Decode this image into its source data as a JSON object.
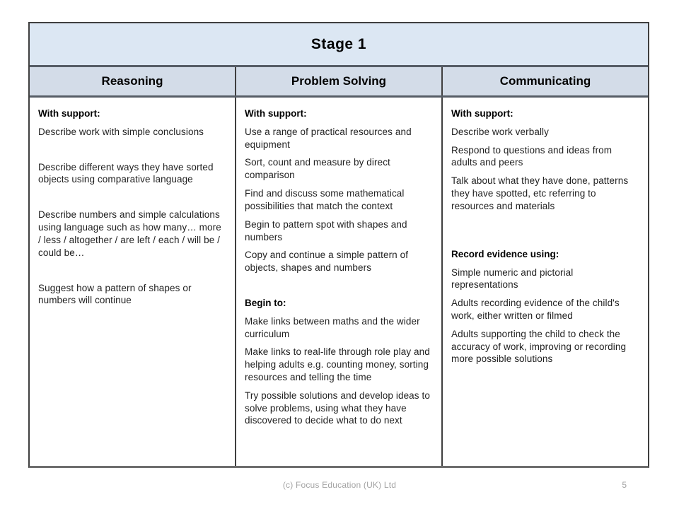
{
  "slide": {
    "title": "Stage 1",
    "footer_copyright": "(c) Focus Education (UK) Ltd",
    "page_number": "5"
  },
  "colors": {
    "title_bg": "#dce7f3",
    "header_bg": "#d3dce8",
    "border": "#3f3f3f",
    "footer_text": "#a3a3a3"
  },
  "columns": [
    {
      "header": "Reasoning",
      "blocks": [
        {
          "text": "With support:",
          "bold": true
        },
        {
          "text": "Describe work with simple conclusions"
        },
        {
          "text": "Describe different ways they have sorted objects using comparative language"
        },
        {
          "text": "Describe numbers and simple calculations using language such as how many… more / less / altogether / are left / each / will be / could be…"
        },
        {
          "text": "Suggest how a pattern of shapes or numbers will continue"
        }
      ]
    },
    {
      "header": "Problem Solving",
      "blocks": [
        {
          "text": "With support:",
          "bold": true
        },
        {
          "text": "Use a range of practical resources and equipment"
        },
        {
          "text": "Sort, count and measure by direct comparison"
        },
        {
          "text": "Find and discuss some mathematical possibilities that match the context"
        },
        {
          "text": "Begin to pattern spot with shapes and numbers"
        },
        {
          "text": "Copy and continue a simple pattern of objects, shapes and numbers"
        },
        {
          "text": "Begin to:",
          "bold": true
        },
        {
          "text": "Make links between maths and the wider curriculum"
        },
        {
          "text": "Make links to real-life through role play and helping adults e.g. counting money, sorting resources and telling the time"
        },
        {
          "text": "Try possible solutions and develop ideas to solve problems, using what they have discovered to decide what to do next"
        }
      ]
    },
    {
      "header": "Communicating",
      "blocks": [
        {
          "text": "With support:",
          "bold": true
        },
        {
          "text": "Describe work verbally"
        },
        {
          "text": "Respond to questions and ideas from adults and peers"
        },
        {
          "text": "Talk about what they have done, patterns they have spotted, etc referring to resources and materials"
        },
        {
          "text": "Record evidence using:",
          "bold": true
        },
        {
          "text": "Simple numeric and pictorial representations"
        },
        {
          "text": "Adults recording evidence of the child's work, either written or filmed"
        },
        {
          "text": "Adults supporting the child to check the accuracy of work, improving or recording more possible solutions"
        }
      ]
    }
  ]
}
